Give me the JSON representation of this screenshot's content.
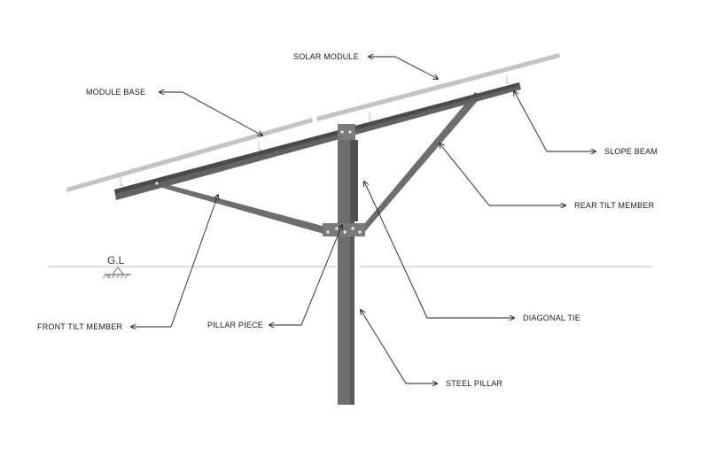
{
  "labels": {
    "solar_module": "SOLAR MODULE",
    "module_base": "MODULE BASE",
    "slope_beam": "SLOPE BEAM",
    "rear_tilt_member": "REAR TILT MEMBER",
    "front_tilt_member": "FRONT TILT MEMBER",
    "pillar_piece": "PILLAR PIECE",
    "diagonal_tie": "DIAGONAL TIE",
    "steel_pillar": "STEEL PILLAR",
    "ground_level": "G.L"
  },
  "colors": {
    "steel": "#6e6e6e",
    "steel_dark": "#4a4a4a",
    "module": "#c4c4c4",
    "leader": "#222222",
    "ground_line": "#bdbdbd"
  }
}
